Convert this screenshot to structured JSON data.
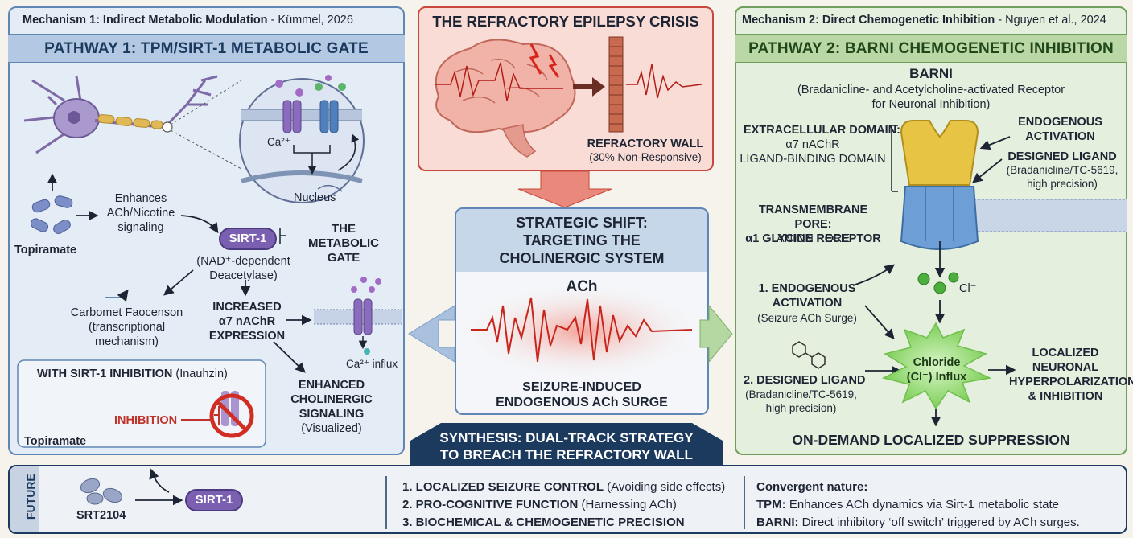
{
  "left": {
    "mechanism_bold": "Mechanism 1: Indirect Metabolic Modulation",
    "mechanism_rest": " - Kümmel, 2026",
    "pathway_title": "PATHWAY 1: TPM/SIRT-1 METABOLIC GATE",
    "ca_label": "Ca²⁺",
    "nucleus_label": "Nucleus",
    "enhances_text": "Enhances\nACh/Nicotine\nsignaling",
    "topiramate": "Topiramate",
    "sirt1_pill": "SIRT-1",
    "gate_title": "THE\nMETABOLIC GATE",
    "sirt1_desc": "(NAD⁺-dependent\nDeacetylase)",
    "carbomet": "Carbomet Faocenson\n(transcriptional\nmechanism)",
    "increased": "INCREASED\nα7 nAChR\nEXPRESSION",
    "ca_influx": "Ca²⁺ influx",
    "enhanced": "ENHANCED\nCHOLINERGIC\nSIGNALING",
    "visualized": "(Visualized)",
    "inhibition_box_bold": "WITH SIRT-1 INHIBITION",
    "inhibition_box_rest": " (Inauhzin)",
    "inhibition_label": "INHIBITION",
    "topiramate_2": "Topiramate"
  },
  "center": {
    "crisis_title": "THE REFRACTORY EPILEPSY CRISIS",
    "wall_label": "REFRACTORY WALL",
    "wall_sub": "(30% Non-Responsive)",
    "shift_title": "STRATEGIC SHIFT:\nTARGETING THE\nCHOLINERGIC SYSTEM",
    "ach": "ACh",
    "surge": "SEIZURE-INDUCED\nENDOGENOUS ACh SURGE"
  },
  "right": {
    "mechanism_bold": "Mechanism 2: Direct Chemogenetic Inhibition",
    "mechanism_rest": " - Nguyen et al., 2024",
    "pathway_title": "PATHWAY 2: BARNI CHEMOGENETIC INHIBITION",
    "barni": "BARNI",
    "barni_full": "(Bradanicline- and Acetylcholine-activated Receptor\nfor Neuronal Inhibition)",
    "extra_title": "EXTRACELLULAR DOMAIN:",
    "extra_body": "α7 nAChR\nLIGAND-BINDING DOMAIN",
    "endo_act": "ENDOGENOUS\nACTIVATION",
    "designed_ligand": "DESIGNED LIGAND",
    "designed_ligand_sub": "(Bradanicline/TC-5619,\nhigh precision)",
    "trans_title": "TRANSMEMBRANE PORE:\nα1 GLYCINE RECEPTOR",
    "trans_body": "ANION PORE",
    "cl": "Cl⁻",
    "step1": "1. ENDOGENOUS\nACTIVATION",
    "step1_sub": "(Seizure ACh Surge)",
    "step2": "2. DESIGNED LIGAND",
    "step2_sub": "(Bradanicline/TC-5619,\nhigh precision)",
    "chloride": "Chloride\n(Cl⁻) Influx",
    "localized": "LOCALIZED\nNEURONAL\nHYPERPOLARIZATION\n& INHIBITION",
    "on_demand": "ON-DEMAND LOCALIZED SUPPRESSION"
  },
  "synthesis": {
    "title": "SYNTHESIS: DUAL-TRACK STRATEGY\nTO BREACH THE REFRACTORY WALL"
  },
  "future": {
    "label": "FUTURE",
    "srt": "SRT2104",
    "sirt1": "SIRT-1",
    "items": [
      {
        "bold": "1. LOCALIZED SEIZURE CONTROL",
        "rest": " (Avoiding side effects)"
      },
      {
        "bold": "2. PRO-COGNITIVE FUNCTION",
        "rest": " (Harnessing ACh)"
      },
      {
        "bold": "3. BIOCHEMICAL & CHEMOGENETIC PRECISION",
        "rest": ""
      }
    ],
    "convergent": "Convergent nature:",
    "tpm_bold": "TPM:",
    "tpm_rest": " Enhances ACh dynamics via Sirt-1 metabolic state",
    "barni_bold": "BARNI:",
    "barni_rest": " Direct inhibitory ‘off switch’ triggered by ACh surges."
  },
  "colors": {
    "left_accent": "#5f86b4",
    "right_accent": "#6f9f5c",
    "crisis_red": "#c8483c",
    "navy": "#1c3a5e",
    "sirt_purple": "#7b5fb0"
  }
}
